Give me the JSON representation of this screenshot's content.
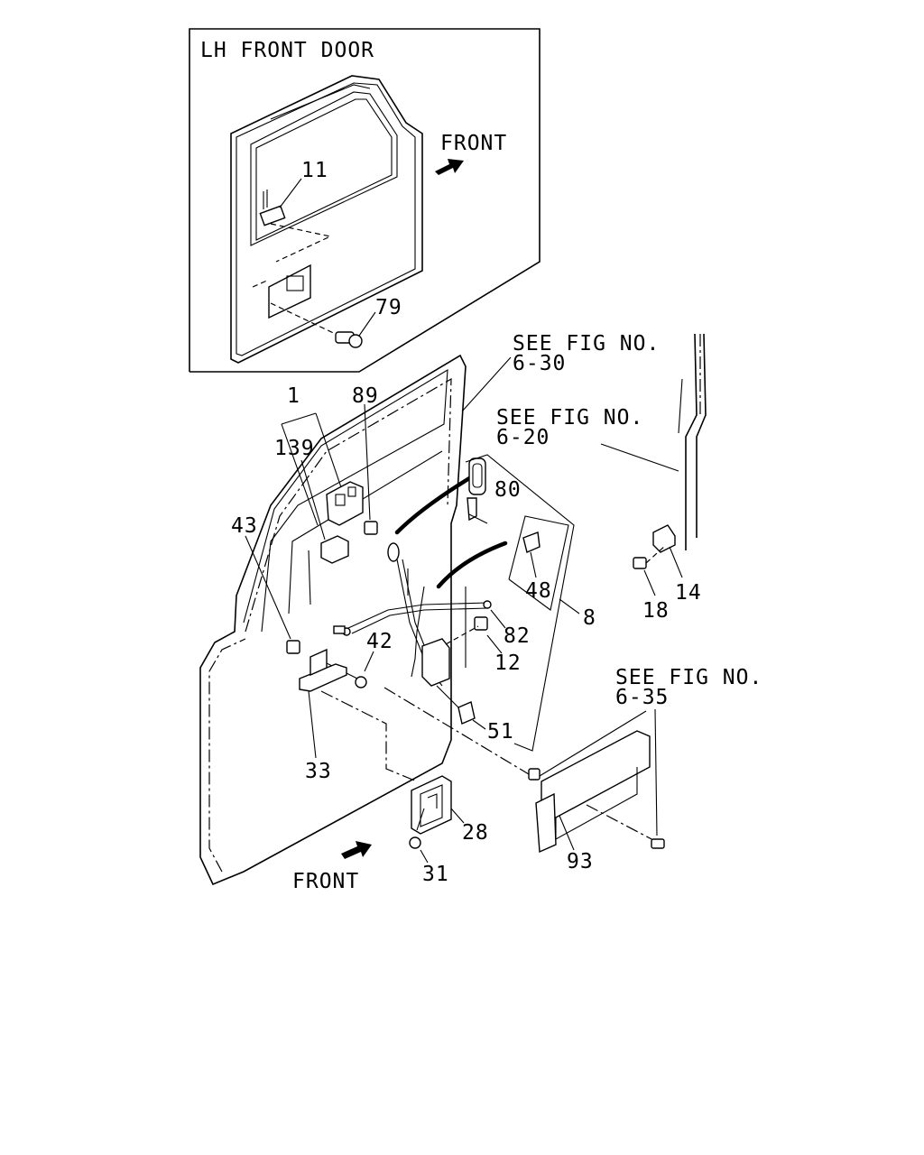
{
  "inset": {
    "title": "LH FRONT DOOR",
    "front_label": "FRONT",
    "callouts": {
      "p11": "11",
      "p79": "79"
    }
  },
  "main": {
    "front_label": "FRONT",
    "references": {
      "ref630_line1": "SEE FIG NO.",
      "ref630_line2": "6-30",
      "ref620_line1": "SEE FIG NO.",
      "ref620_line2": "6-20",
      "ref635_line1": "SEE FIG NO.",
      "ref635_line2": "6-35"
    },
    "callouts": {
      "p1": "1",
      "p139": "139",
      "p89": "89",
      "p43": "43",
      "p42": "42",
      "p33": "33",
      "p80": "80",
      "p48": "48",
      "p8": "8",
      "p82": "82",
      "p12": "12",
      "p51": "51",
      "p28": "28",
      "p31": "31",
      "p93": "93",
      "p18": "18",
      "p14": "14"
    }
  }
}
